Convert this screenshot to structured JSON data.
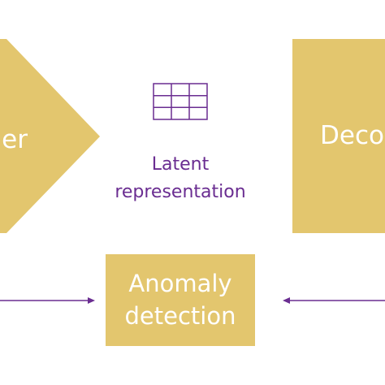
{
  "colors": {
    "block_fill": "#e3c66e",
    "accent_purple": "#6a2d91",
    "block_text": "#ffffff"
  },
  "diagram": {
    "encoder": {
      "label_visible": "er"
    },
    "latent": {
      "icon": "grid-icon",
      "label_line1": "Latent",
      "label_line2": "representation"
    },
    "decoder": {
      "label_visible": "Decod"
    },
    "anomaly": {
      "label_line1": "Anomaly",
      "label_line2": "detection"
    },
    "arrows": [
      "left-arrow-to-anomaly",
      "right-arrow-to-anomaly"
    ]
  }
}
